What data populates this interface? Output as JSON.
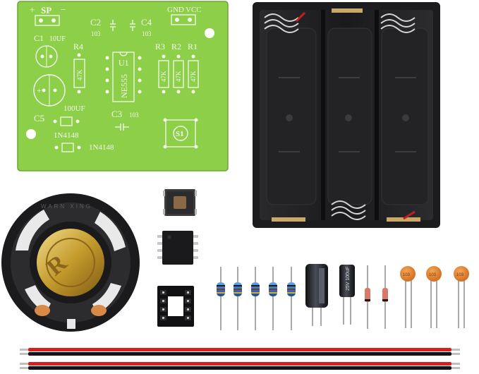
{
  "pcb": {
    "color": "#8dcf48",
    "silkscreen_color": "#f4f7ee",
    "labels": {
      "plus": "+",
      "sp": "SP",
      "minus": "−",
      "gnd": "GND",
      "vcc": "VCC",
      "c1": "C1",
      "c1_value": "10UF",
      "c2": "C2",
      "c2_value": "103",
      "c4": "C4",
      "c4_value": "103",
      "r4": "R4",
      "r4_value": "47K",
      "u1": "U1",
      "ic": "NE555",
      "r3": "R3",
      "r2": "R2",
      "r1": "R1",
      "r3_value": "47K",
      "r2_value": "47K",
      "r1_value": "47K",
      "c5": "C5",
      "c5_value": "100UF",
      "c3": "C3",
      "c3_value": "103",
      "d1": "1N4148",
      "d2": "1N4148",
      "s1": "S1"
    }
  },
  "battery_holder": {
    "color": "#1c1c1e",
    "cells": 3
  },
  "speaker": {
    "brand_text": "WARN XING"
  },
  "capacitors": {
    "large_cap_label": "25V 100uF",
    "small_cap_label": "103",
    "ceramic_color": "#e88632"
  },
  "wire_colors": {
    "red": "#d81f1f",
    "black": "#141414"
  }
}
